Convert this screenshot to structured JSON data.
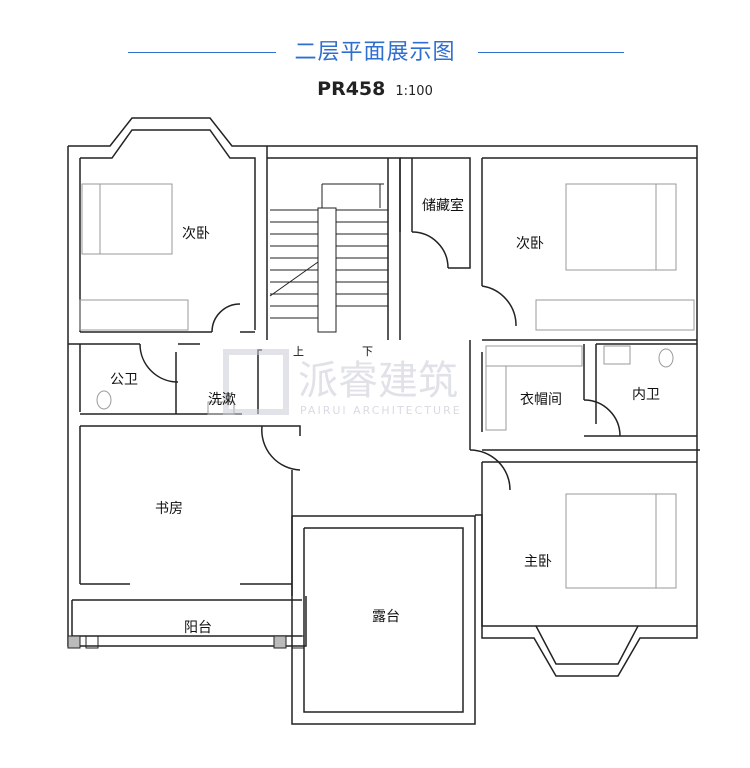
{
  "header": {
    "title": "二层平面展示图",
    "code": "PR458",
    "scale": "1:100"
  },
  "rooms": {
    "bedroom_second_left": "次卧",
    "storage": "储藏室",
    "bedroom_second_right": "次卧",
    "public_bath": "公卫",
    "washroom": "洗漱",
    "cloakroom": "衣帽间",
    "ensuite_bath": "内卫",
    "study": "书房",
    "master_bedroom": "主卧",
    "balcony": "阳台",
    "terrace": "露台"
  },
  "stairs": {
    "up": "上",
    "down": "下"
  },
  "watermark": {
    "text": "派睿建筑",
    "sub": "PAIRUI ARCHITECTURE"
  },
  "colors": {
    "accent": "#2f6fd0",
    "wall": "#222222",
    "furniture": "#9a9a9a"
  }
}
